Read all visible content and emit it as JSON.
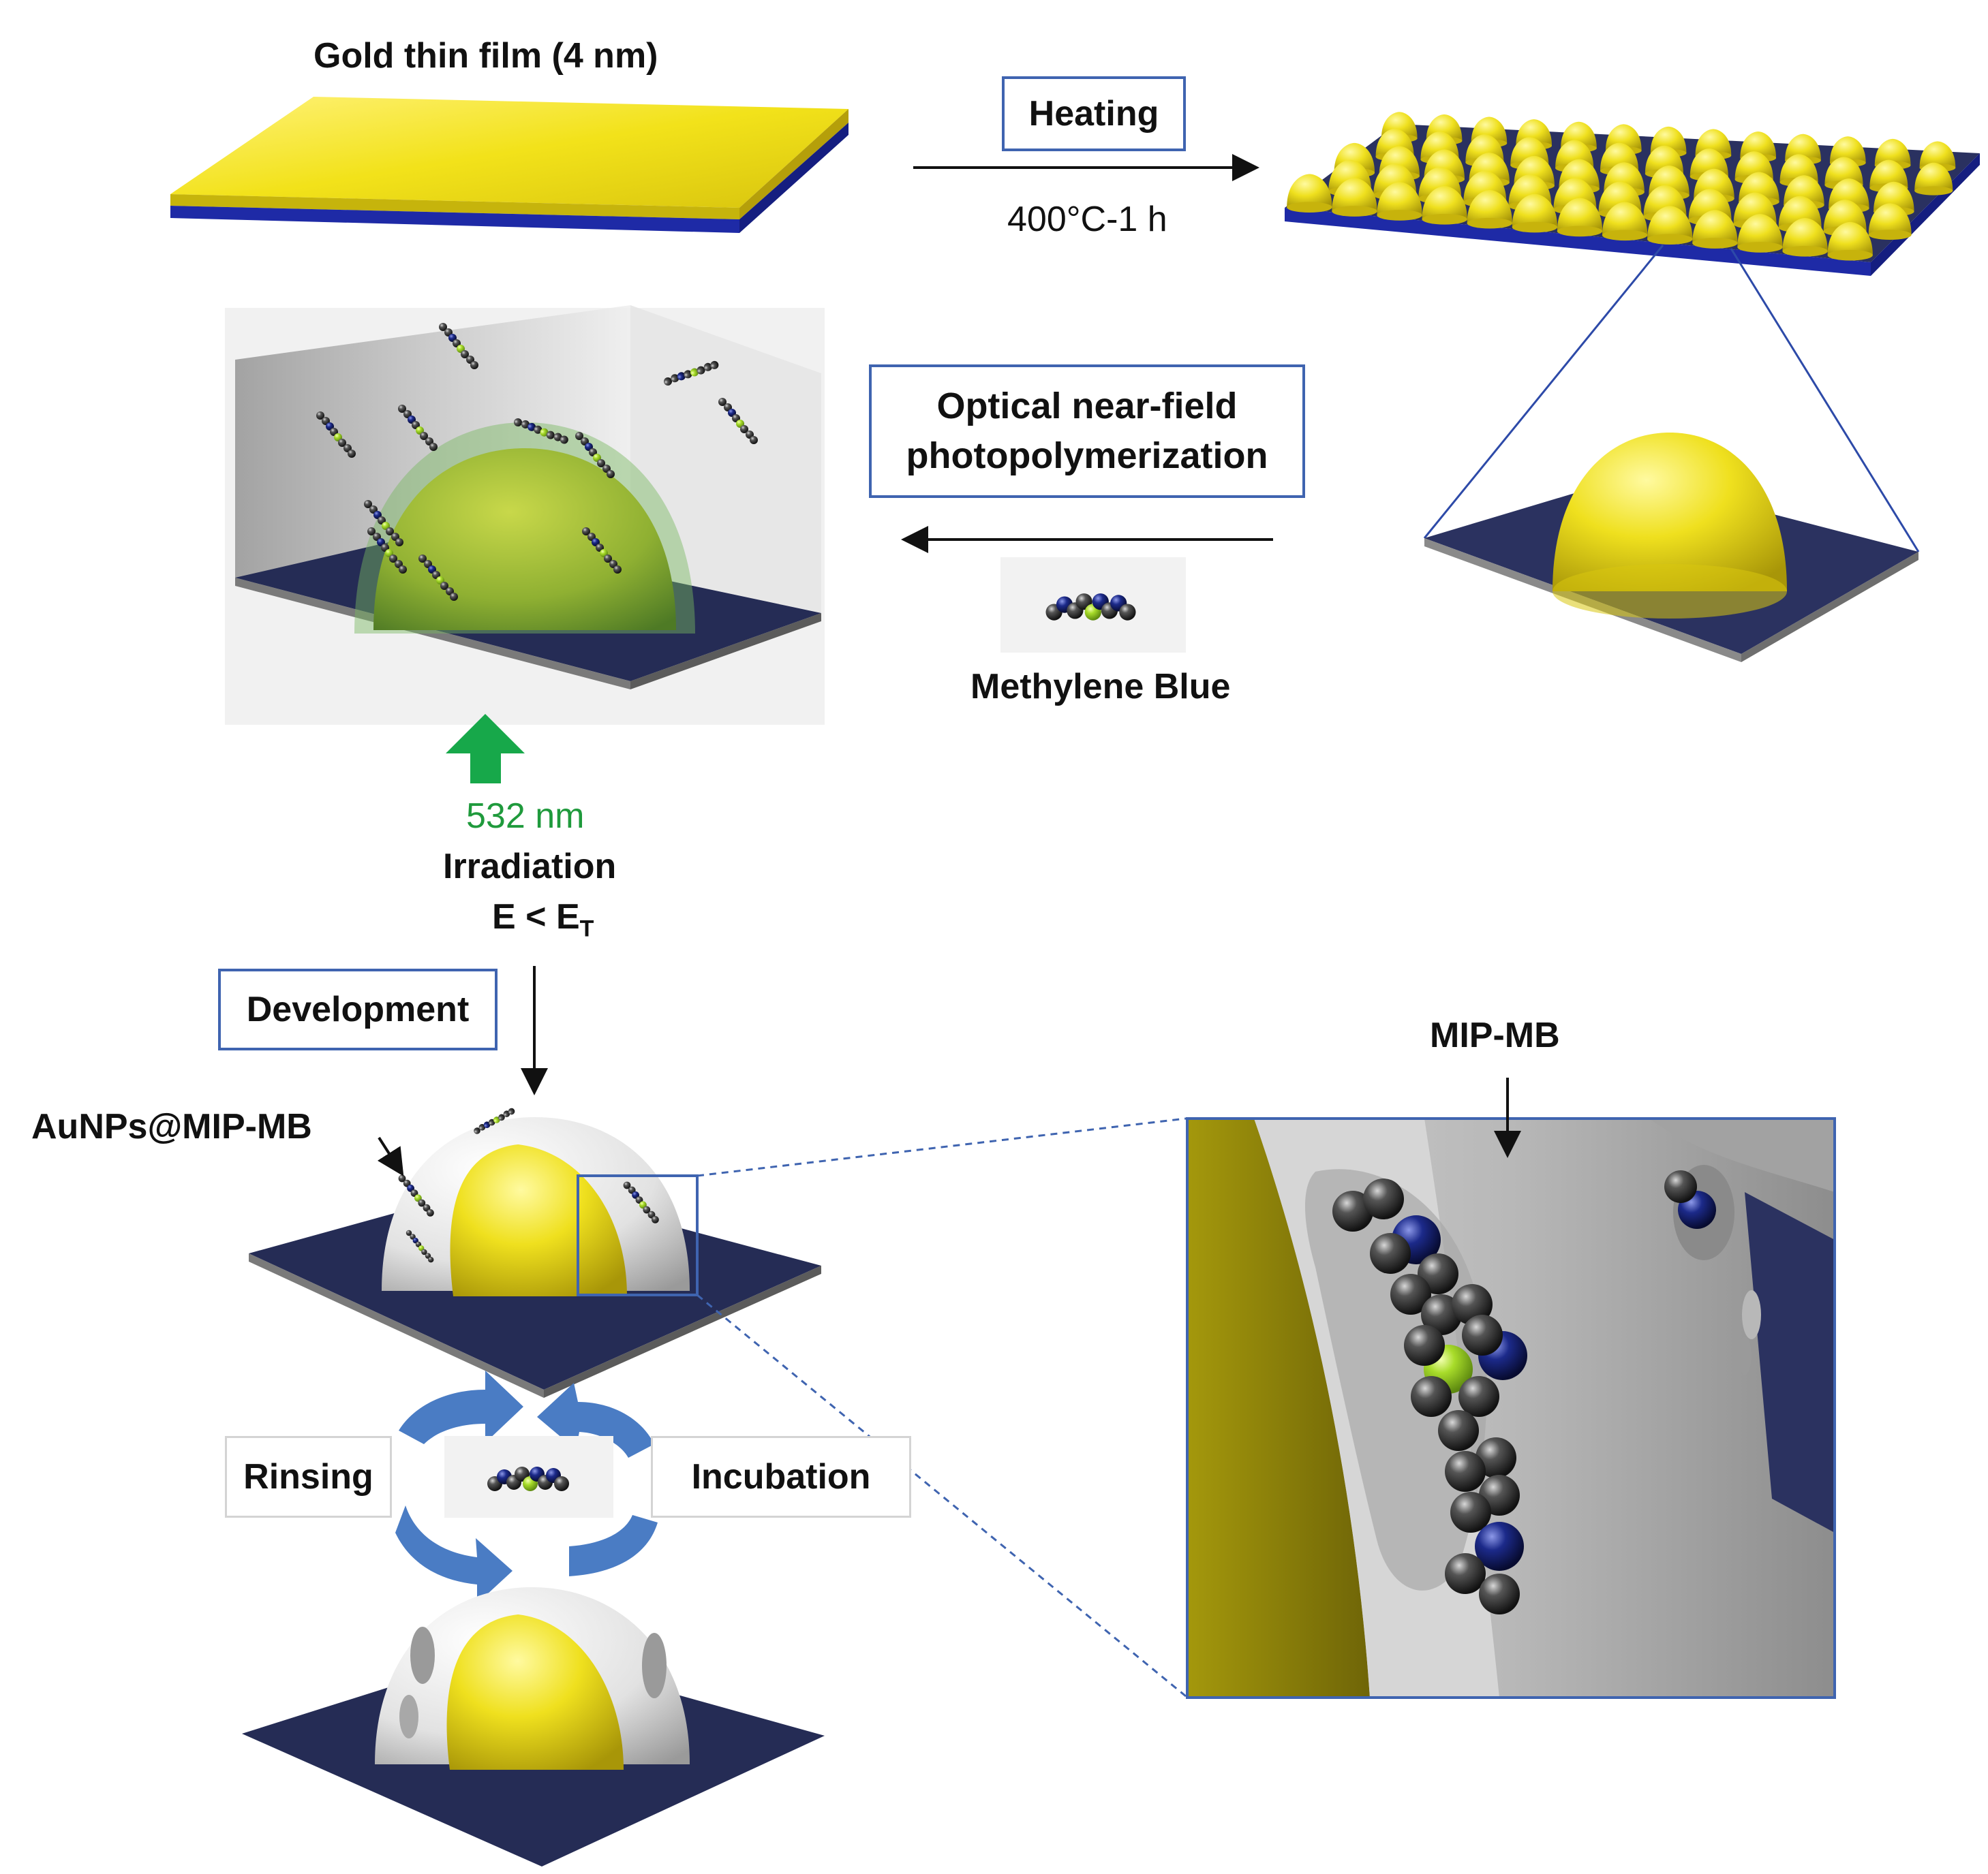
{
  "labels": {
    "gold_film": "Gold thin film (4 nm)",
    "heating": "Heating",
    "heating_condition": "400°C-1 h",
    "optical_line1": "Optical near-field",
    "optical_line2": "photopolymerization",
    "methylene_blue": "Methylene Blue",
    "wavelength": "532 nm",
    "irradiation": "Irradiation",
    "energy_prefix": "E < E",
    "energy_subscript": "T",
    "development": "Development",
    "aunps_mip": "AuNPs@MIP-MB",
    "mip_mb": "MIP-MB",
    "rinsing": "Rinsing",
    "incubation": "Incubation"
  },
  "colors": {
    "gold": "#f2e21a",
    "gold_dark": "#b9a90a",
    "substrate": "#2e3568",
    "substrate_edge": "#1e2aa6",
    "box_border": "#3f64b0",
    "cycle_arrow": "#4a7cc4",
    "green_arrow": "#17a84a",
    "green_text": "#1f9a3c",
    "polymer_shell": "#d9d9d9",
    "carbon": "#3a3a3a",
    "nitrogen": "#1c2a8a",
    "sulfur": "#a8dc2a"
  },
  "icons": [
    "arrow-right-icon",
    "arrow-left-icon",
    "arrow-up-icon",
    "arrow-down-icon",
    "cycle-arrow-icon",
    "molecule-icon"
  ]
}
